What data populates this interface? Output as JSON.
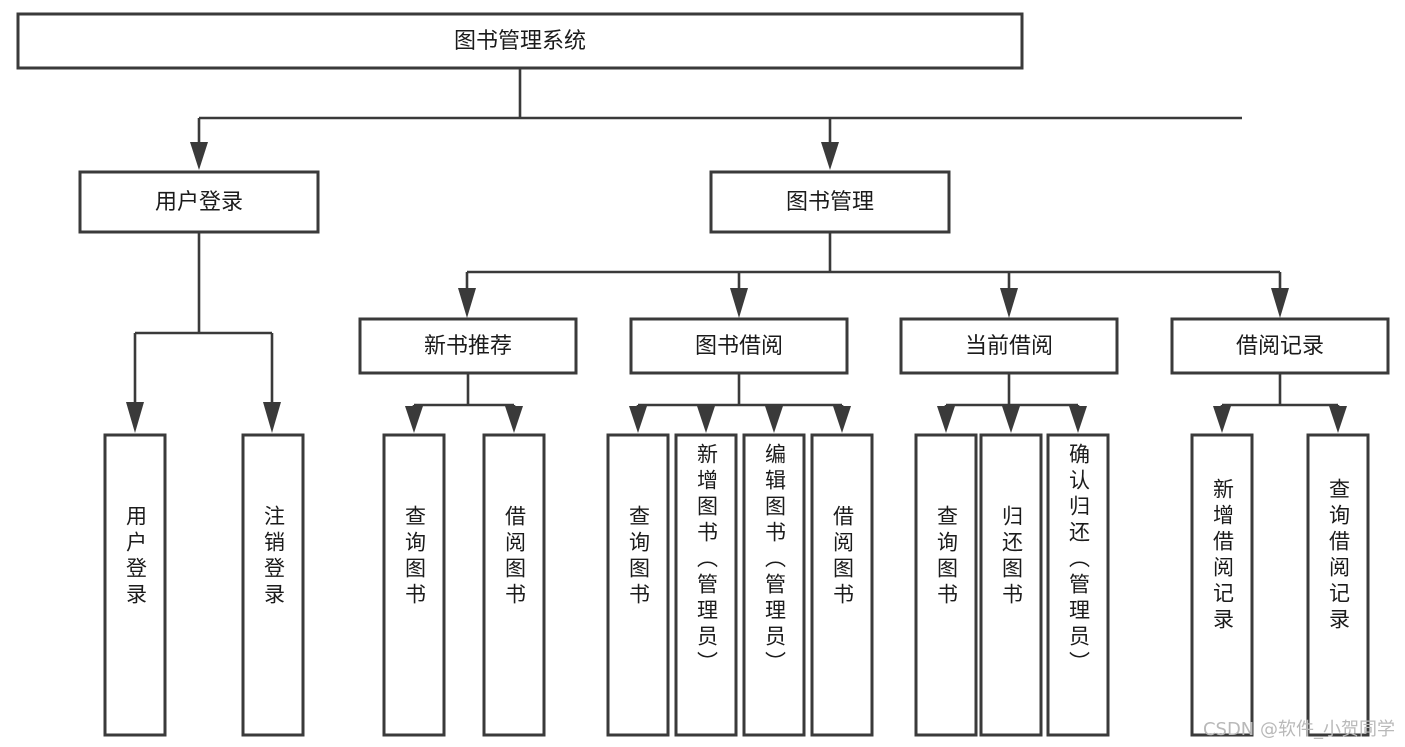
{
  "diagram": {
    "type": "tree-hierarchy",
    "title": "图书管理系统",
    "watermark": "CSDN @软件_小贺同学",
    "colors": {
      "box_stroke": "#3a3a3a",
      "box_fill": "#ffffff",
      "connector": "#3a3a3a",
      "text": "#1b1b1b",
      "background": "#ffffff",
      "watermark": "#b9b9b9"
    },
    "levels": {
      "root": {
        "label": "图书管理系统"
      },
      "level2": [
        {
          "label": "用户登录"
        },
        {
          "label": "图书管理"
        }
      ],
      "level3": [
        {
          "label": "新书推荐"
        },
        {
          "label": "图书借阅"
        },
        {
          "label": "当前借阅"
        },
        {
          "label": "借阅记录"
        }
      ],
      "leaves": {
        "user_login": [
          {
            "label": "用户登录"
          },
          {
            "label": "注销登录"
          }
        ],
        "new_book_recommend": [
          {
            "label": "查询图书"
          },
          {
            "label": "借阅图书"
          }
        ],
        "book_borrow": [
          {
            "label": "查询图书"
          },
          {
            "label": "新增图书（管理员）"
          },
          {
            "label": "编辑图书（管理员）"
          },
          {
            "label": "借阅图书"
          }
        ],
        "current_borrow": [
          {
            "label": "查询图书"
          },
          {
            "label": "归还图书"
          },
          {
            "label": "确认归还（管理员）"
          }
        ],
        "borrow_record": [
          {
            "label": "新增借阅记录"
          },
          {
            "label": "查询借阅记录"
          }
        ]
      }
    }
  }
}
